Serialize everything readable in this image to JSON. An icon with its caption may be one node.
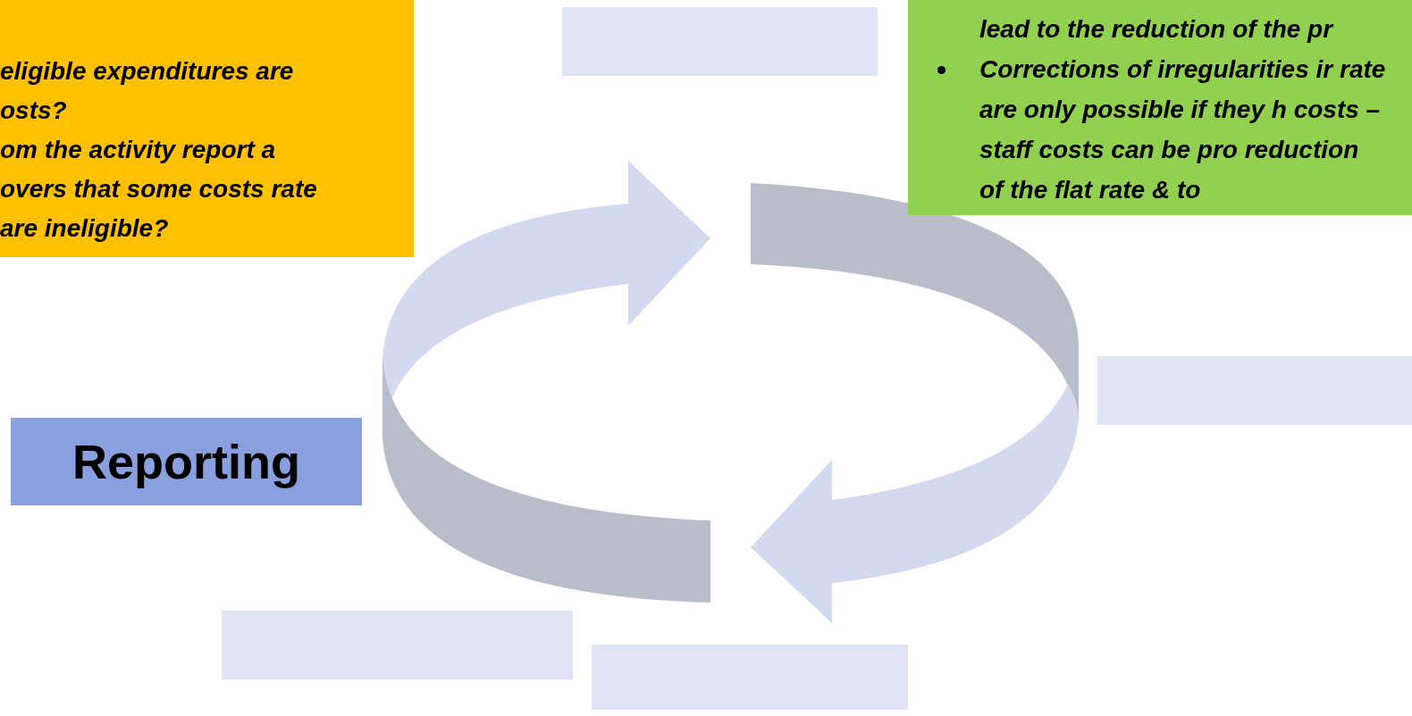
{
  "diagram": {
    "nodes": [
      {
        "text": [
          "eligible expenditures are osts?",
          "om the activity report a overs that some costs rate are ineligible?"
        ]
      },
      {
        "text": [],
        "shape": "box"
      },
      {
        "text": [
          "lead to the reduction of the pr",
          "Corrections of irregularities ir rate are only possible if they h costs – staff costs can be pro reduction of the flat rate & to"
        ]
      },
      {
        "text": [],
        "shape": "box"
      },
      {
        "text": [
          "Reporting"
        ]
      },
      {
        "text": [],
        "shape": "box"
      },
      {
        "text": [],
        "shape": "box"
      }
    ]
  }
}
